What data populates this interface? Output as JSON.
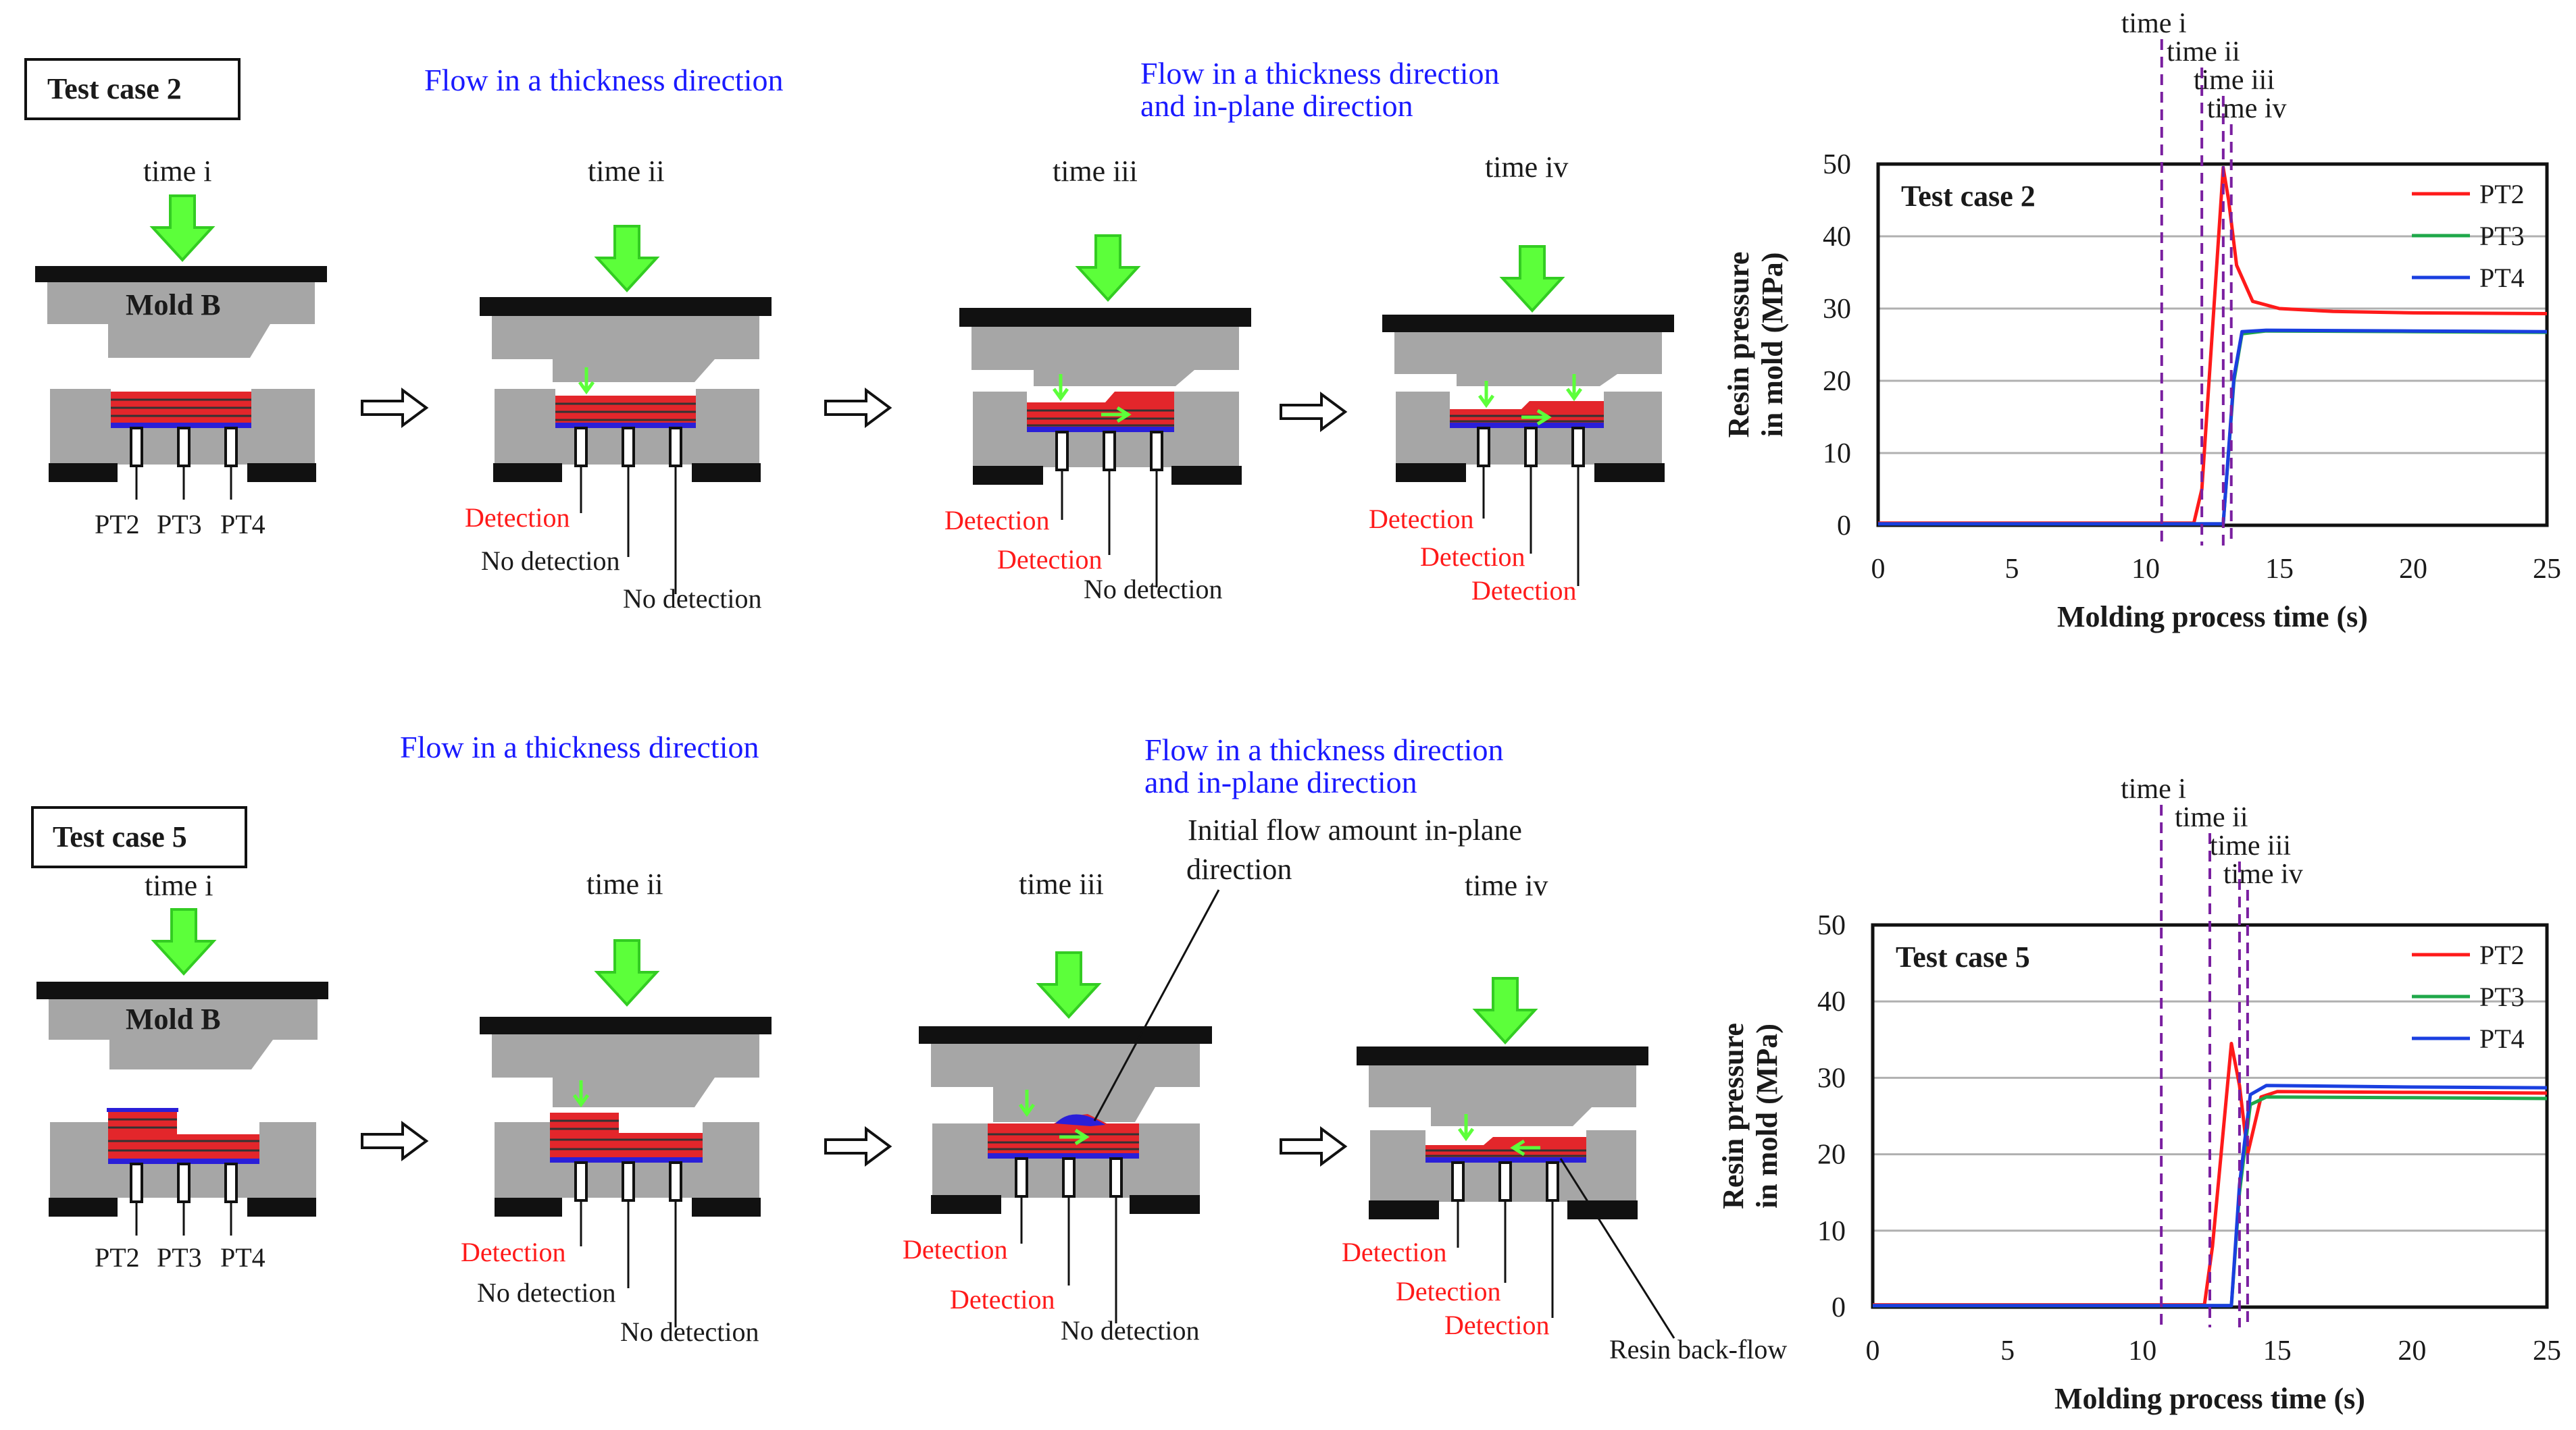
{
  "colors": {
    "mold": "#a6a6a6",
    "plate": "#111111",
    "resin": "#e3262b",
    "resin_line": "#333333",
    "film": "#2a1fd8",
    "arrow": "#5cff3a",
    "arrow_stroke": "#33cc22",
    "guide": "#7a1fa0",
    "pt2": "#ff1a1a",
    "pt3": "#1fa84a",
    "pt4": "#1a3fe0"
  },
  "rows": [
    {
      "case_label": "Test case 2",
      "flow_thickness": "Flow in a thickness direction",
      "flow_both_1": "Flow in a thickness direction",
      "flow_both_2": "and in-plane direction",
      "times": [
        "time i",
        "time ii",
        "time iii",
        "time iv"
      ],
      "mold_label": "Mold B",
      "pt_labels": [
        "PT2",
        "PT3",
        "PT4"
      ],
      "stage2": {
        "d1": "Detection",
        "d2": "No detection",
        "d3": "No detection"
      },
      "stage3": {
        "d1": "Detection",
        "d2": "Detection",
        "d3": "No detection"
      },
      "stage4": {
        "d1": "Detection",
        "d2": "Detection",
        "d3": "Detection"
      }
    },
    {
      "case_label": "Test case 5",
      "flow_thickness": "Flow in a thickness direction",
      "flow_both_1": "Flow in a thickness direction",
      "flow_both_2": "and in-plane direction",
      "times": [
        "time i",
        "time ii",
        "time iii",
        "time iv"
      ],
      "mold_label": "Mold B",
      "pt_labels": [
        "PT2",
        "PT3",
        "PT4"
      ],
      "initial_flow_1": "Initial flow amount in-plane",
      "initial_flow_2": "direction",
      "resin_backflow": "Resin back-flow",
      "stage2": {
        "d1": "Detection",
        "d2": "No detection",
        "d3": "No detection"
      },
      "stage3": {
        "d1": "Detection",
        "d2": "Detection",
        "d3": "No detection"
      },
      "stage4": {
        "d1": "Detection",
        "d2": "Detection",
        "d3": "Detection"
      }
    }
  ],
  "chart_data": [
    {
      "type": "line",
      "inner_label": "Test case 2",
      "xlabel": "Molding process time (s)",
      "ylabel_1": "Resin pressure",
      "ylabel_2": "in mold (MPa)",
      "xlim": [
        0,
        25
      ],
      "ylim": [
        0,
        50
      ],
      "xticks": [
        0,
        5,
        10,
        15,
        20,
        25
      ],
      "yticks": [
        0,
        10,
        20,
        30,
        40,
        50
      ],
      "grid": true,
      "legend": "top-right",
      "time_markers": [
        {
          "label": "time i",
          "x": 10.6
        },
        {
          "label": "time ii",
          "x": 12.1
        },
        {
          "label": "time iii",
          "x": 12.9
        },
        {
          "label": "time iv",
          "x": 13.2
        }
      ],
      "series": [
        {
          "name": "PT2",
          "x": [
            0,
            11.8,
            12.1,
            12.9,
            13.1,
            13.4,
            14,
            15,
            17,
            20,
            25
          ],
          "y": [
            0.3,
            0.3,
            5,
            49.5,
            45,
            36,
            31,
            30,
            29.6,
            29.4,
            29.3
          ]
        },
        {
          "name": "PT3",
          "x": [
            0,
            12.9,
            13.3,
            13.6,
            14.5,
            20,
            25
          ],
          "y": [
            0.2,
            0.2,
            20,
            26.5,
            26.9,
            26.8,
            26.7
          ]
        },
        {
          "name": "PT4",
          "x": [
            0,
            12.9,
            13.3,
            13.6,
            14.5,
            20,
            25
          ],
          "y": [
            0.2,
            0.2,
            20.5,
            26.8,
            27,
            26.9,
            26.8
          ]
        }
      ]
    },
    {
      "type": "line",
      "inner_label": "Test case 5",
      "xlabel": "Molding process time (s)",
      "ylabel_1": "Resin pressure",
      "ylabel_2": "in mold (MPa)",
      "xlim": [
        0,
        25
      ],
      "ylim": [
        0,
        50
      ],
      "xticks": [
        0,
        5,
        10,
        15,
        20,
        25
      ],
      "yticks": [
        0,
        10,
        20,
        30,
        40,
        50
      ],
      "grid": true,
      "legend": "top-right",
      "time_markers": [
        {
          "label": "time i",
          "x": 10.7
        },
        {
          "label": "time ii",
          "x": 12.5
        },
        {
          "label": "time iii",
          "x": 13.6
        },
        {
          "label": "time iv",
          "x": 13.9
        }
      ],
      "series": [
        {
          "name": "PT2",
          "x": [
            0,
            12.3,
            12.6,
            13.3,
            13.6,
            13.9,
            14.4,
            15,
            20,
            25
          ],
          "y": [
            0.3,
            0.3,
            8,
            34.5,
            29,
            20,
            27.5,
            28.2,
            28.1,
            28.0
          ]
        },
        {
          "name": "PT3",
          "x": [
            0,
            13.3,
            13.6,
            14,
            14.6,
            20,
            25
          ],
          "y": [
            0.2,
            0.2,
            15,
            26.5,
            27.5,
            27.4,
            27.3
          ]
        },
        {
          "name": "PT4",
          "x": [
            0,
            13.3,
            13.6,
            14,
            14.6,
            20,
            25
          ],
          "y": [
            0.2,
            0.2,
            16,
            27.8,
            29,
            28.8,
            28.7
          ]
        }
      ]
    }
  ]
}
